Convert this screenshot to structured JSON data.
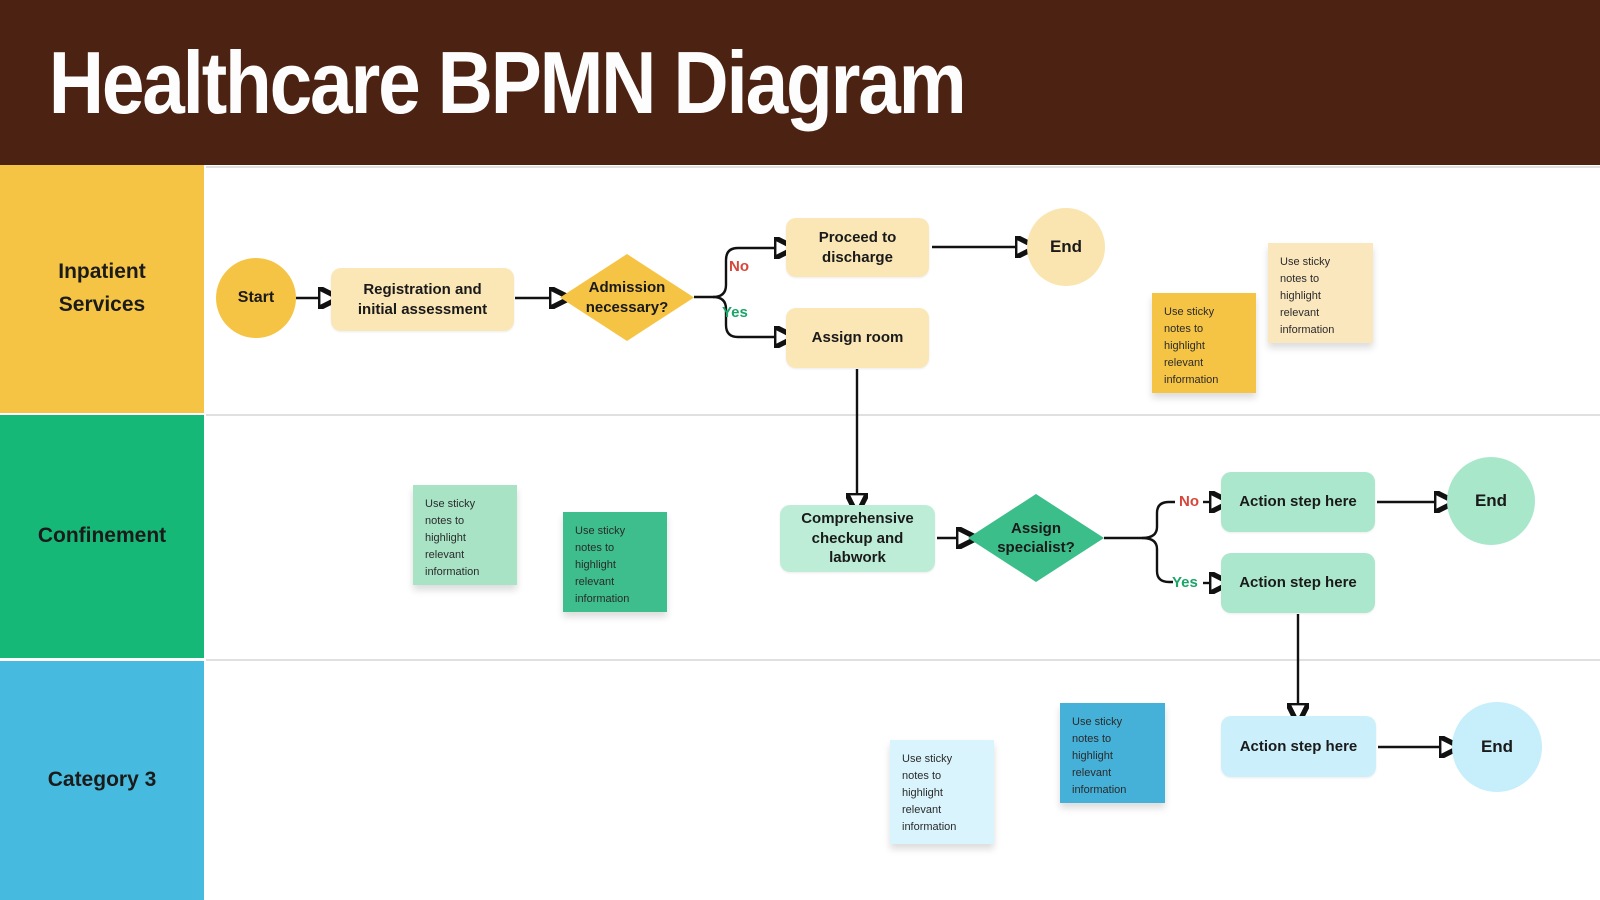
{
  "header": {
    "title": "Healthcare BPMN Diagram"
  },
  "lanes": [
    {
      "label": "Inpatient Services",
      "color": "#F6C444"
    },
    {
      "label": "Confinement",
      "color": "#16B877"
    },
    {
      "label": "Category 3",
      "color": "#47BBDF"
    }
  ],
  "flow": {
    "start_label": "Start",
    "end_label": "End",
    "no_label": "No",
    "yes_label": "Yes",
    "tasks": {
      "registration": "Registration and initial assessment",
      "proceed_discharge": "Proceed to discharge",
      "assign_room": "Assign room",
      "checkup": "Comprehensive checkup and labwork",
      "action_step": "Action step here"
    },
    "gateways": {
      "admission": "Admission necessary?",
      "specialist": "Assign specialist?"
    }
  },
  "sticky_note": {
    "text": "Use sticky notes to highlight relevant information"
  },
  "colors": {
    "header_bg": "#4C2212",
    "title_text": "#FDFDFD",
    "lane1_accent": "#F6C444",
    "lane1_light": "#FBE7B6",
    "lane2_accent": "#16B877",
    "lane2_diamond": "#3CBE8B",
    "lane2_light": "#ABE7CC",
    "lane3_accent": "#47BBDF",
    "lane3_sticky": "#45B0D8",
    "lane3_light": "#CBF0FB",
    "no_label": "#D8453A",
    "yes_label": "#1BA567",
    "connector": "#111111"
  }
}
